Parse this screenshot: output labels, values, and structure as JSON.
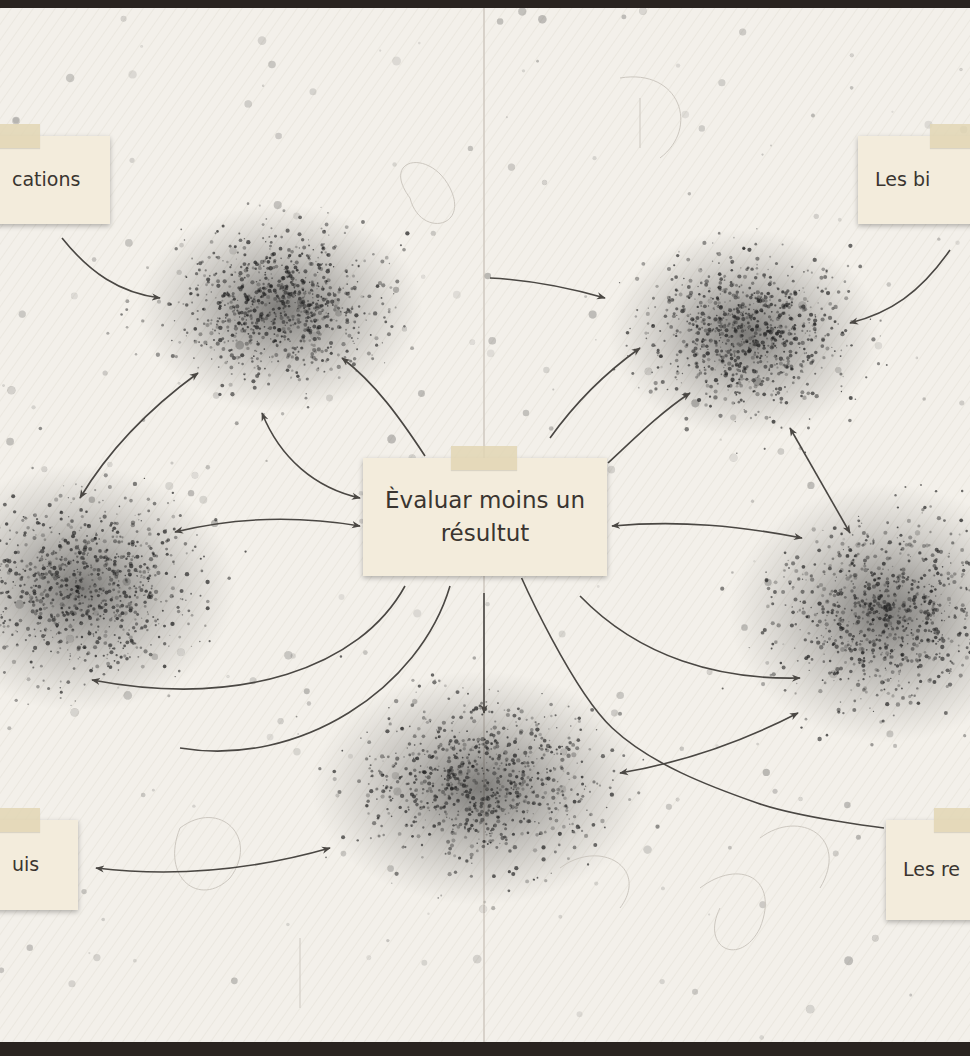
{
  "diagram": {
    "nodes": [
      {
        "text": [
          "cations"
        ]
      },
      {
        "text": [
          "Les bi"
        ]
      },
      {
        "text": [
          "Èvaluar moins un résultut"
        ]
      },
      {
        "text": [
          "uis"
        ]
      },
      {
        "text": [
          "Les re"
        ]
      }
    ],
    "edges": [
      {
        "from": 2,
        "to": 4,
        "arrow": "none"
      }
    ]
  }
}
